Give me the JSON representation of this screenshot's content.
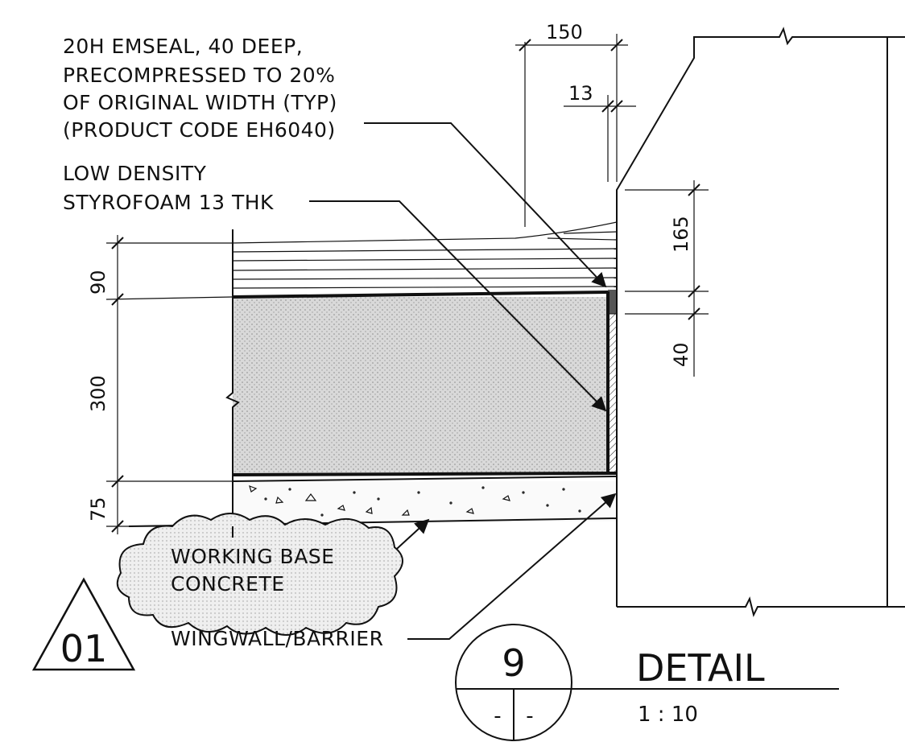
{
  "labels": {
    "emseal_line1": "20H EMSEAL, 40 DEEP,",
    "emseal_line2": "PRECOMPRESSED TO 20%",
    "emseal_line3": "OF ORIGINAL WIDTH (TYP)",
    "emseal_line4": "(PRODUCT CODE EH6040)",
    "foam_line1": "LOW DENSITY",
    "foam_line2": "STYROFOAM 13 THK",
    "base_line1": "WORKING BASE",
    "base_line2": "CONCRETE",
    "wingwall": "WINGWALL/BARRIER"
  },
  "dimensions": {
    "d150": "150",
    "d13": "13",
    "d165": "165",
    "d40": "40",
    "d90": "90",
    "d300": "300",
    "d75": "75"
  },
  "revision": {
    "number": "01"
  },
  "detail_tag": {
    "number": "9",
    "sheet_left": "-",
    "sheet_right": "-",
    "title": "DETAIL",
    "scale": "1 : 10"
  }
}
